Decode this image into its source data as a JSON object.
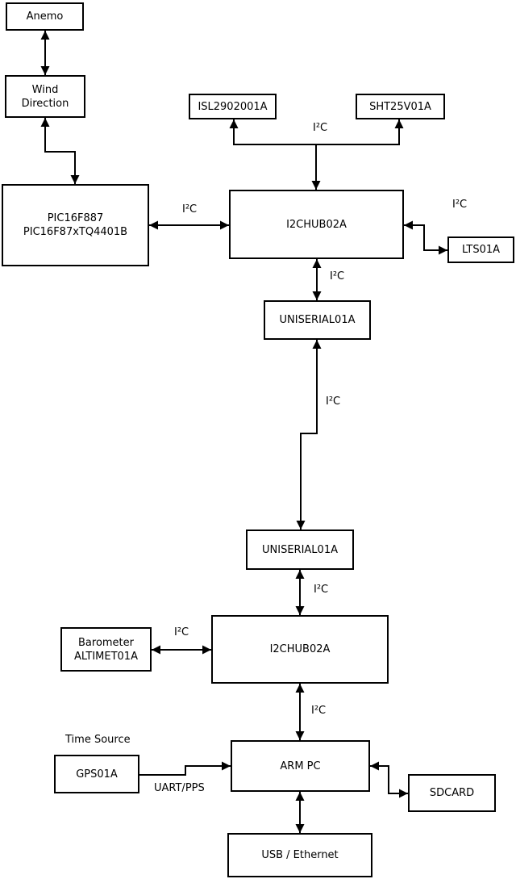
{
  "diagram": {
    "nodes": {
      "anemo": {
        "label": "Anemo"
      },
      "wind_direction": {
        "label": "Wind\nDirection"
      },
      "pic": {
        "label": "PIC16F887\nPIC16F87xTQ4401B"
      },
      "isl": {
        "label": "ISL2902001A"
      },
      "sht": {
        "label": "SHT25V01A"
      },
      "i2chub_top": {
        "label": "I2CHUB02A"
      },
      "lts": {
        "label": "LTS01A"
      },
      "uniserial_top": {
        "label": "UNISERIAL01A"
      },
      "uniserial_bottom": {
        "label": "UNISERIAL01A"
      },
      "i2chub_bottom": {
        "label": "I2CHUB02A"
      },
      "barometer": {
        "label": "Barometer\nALTIMET01A"
      },
      "arm_pc": {
        "label": "ARM PC"
      },
      "gps": {
        "label": "GPS01A"
      },
      "sdcard": {
        "label": "SDCARD"
      },
      "usb_ethernet": {
        "label": "USB / Ethernet"
      }
    },
    "annotations": {
      "time_source": "Time Source"
    },
    "edge_labels": {
      "isl_sht_bus": "I²C",
      "pic_hub": "I²C",
      "hub_lts": "I²C",
      "hub_uniserial": "I²C",
      "uniserial_link": "I²C",
      "uniserial_hub2": "I²C",
      "barometer_hub2": "I²C",
      "hub2_armpc": "I²C",
      "gps_armpc": "UART/PPS"
    },
    "colors": {
      "line": "#000000",
      "node_fill": "#ffffff",
      "background": "#ffffff"
    }
  }
}
